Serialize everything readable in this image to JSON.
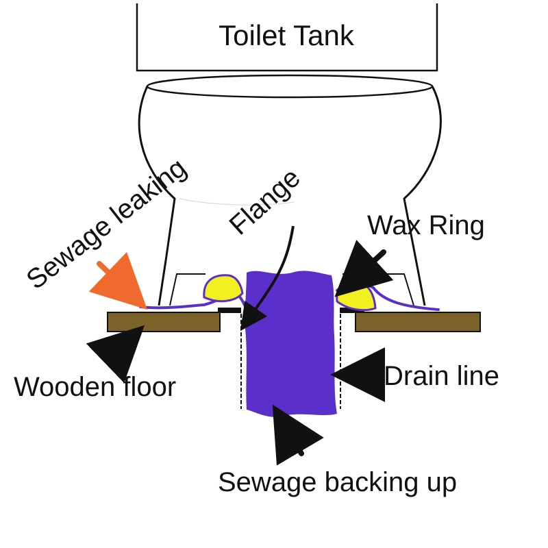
{
  "labels": {
    "tank": "Toilet Tank",
    "sewage_leaking": "Sewage leaking",
    "flange": "Flange",
    "wax_ring": "Wax Ring",
    "wooden_floor": "Wooden floor",
    "drain_line": "Drain line",
    "sewage_backing_up": "Sewage backing up"
  },
  "colors": {
    "sewage": "#5b2fc9",
    "wax": "#f3f021",
    "floor": "#7a6228",
    "leak_arrow": "#ef6a2c",
    "outline": "#111111"
  }
}
